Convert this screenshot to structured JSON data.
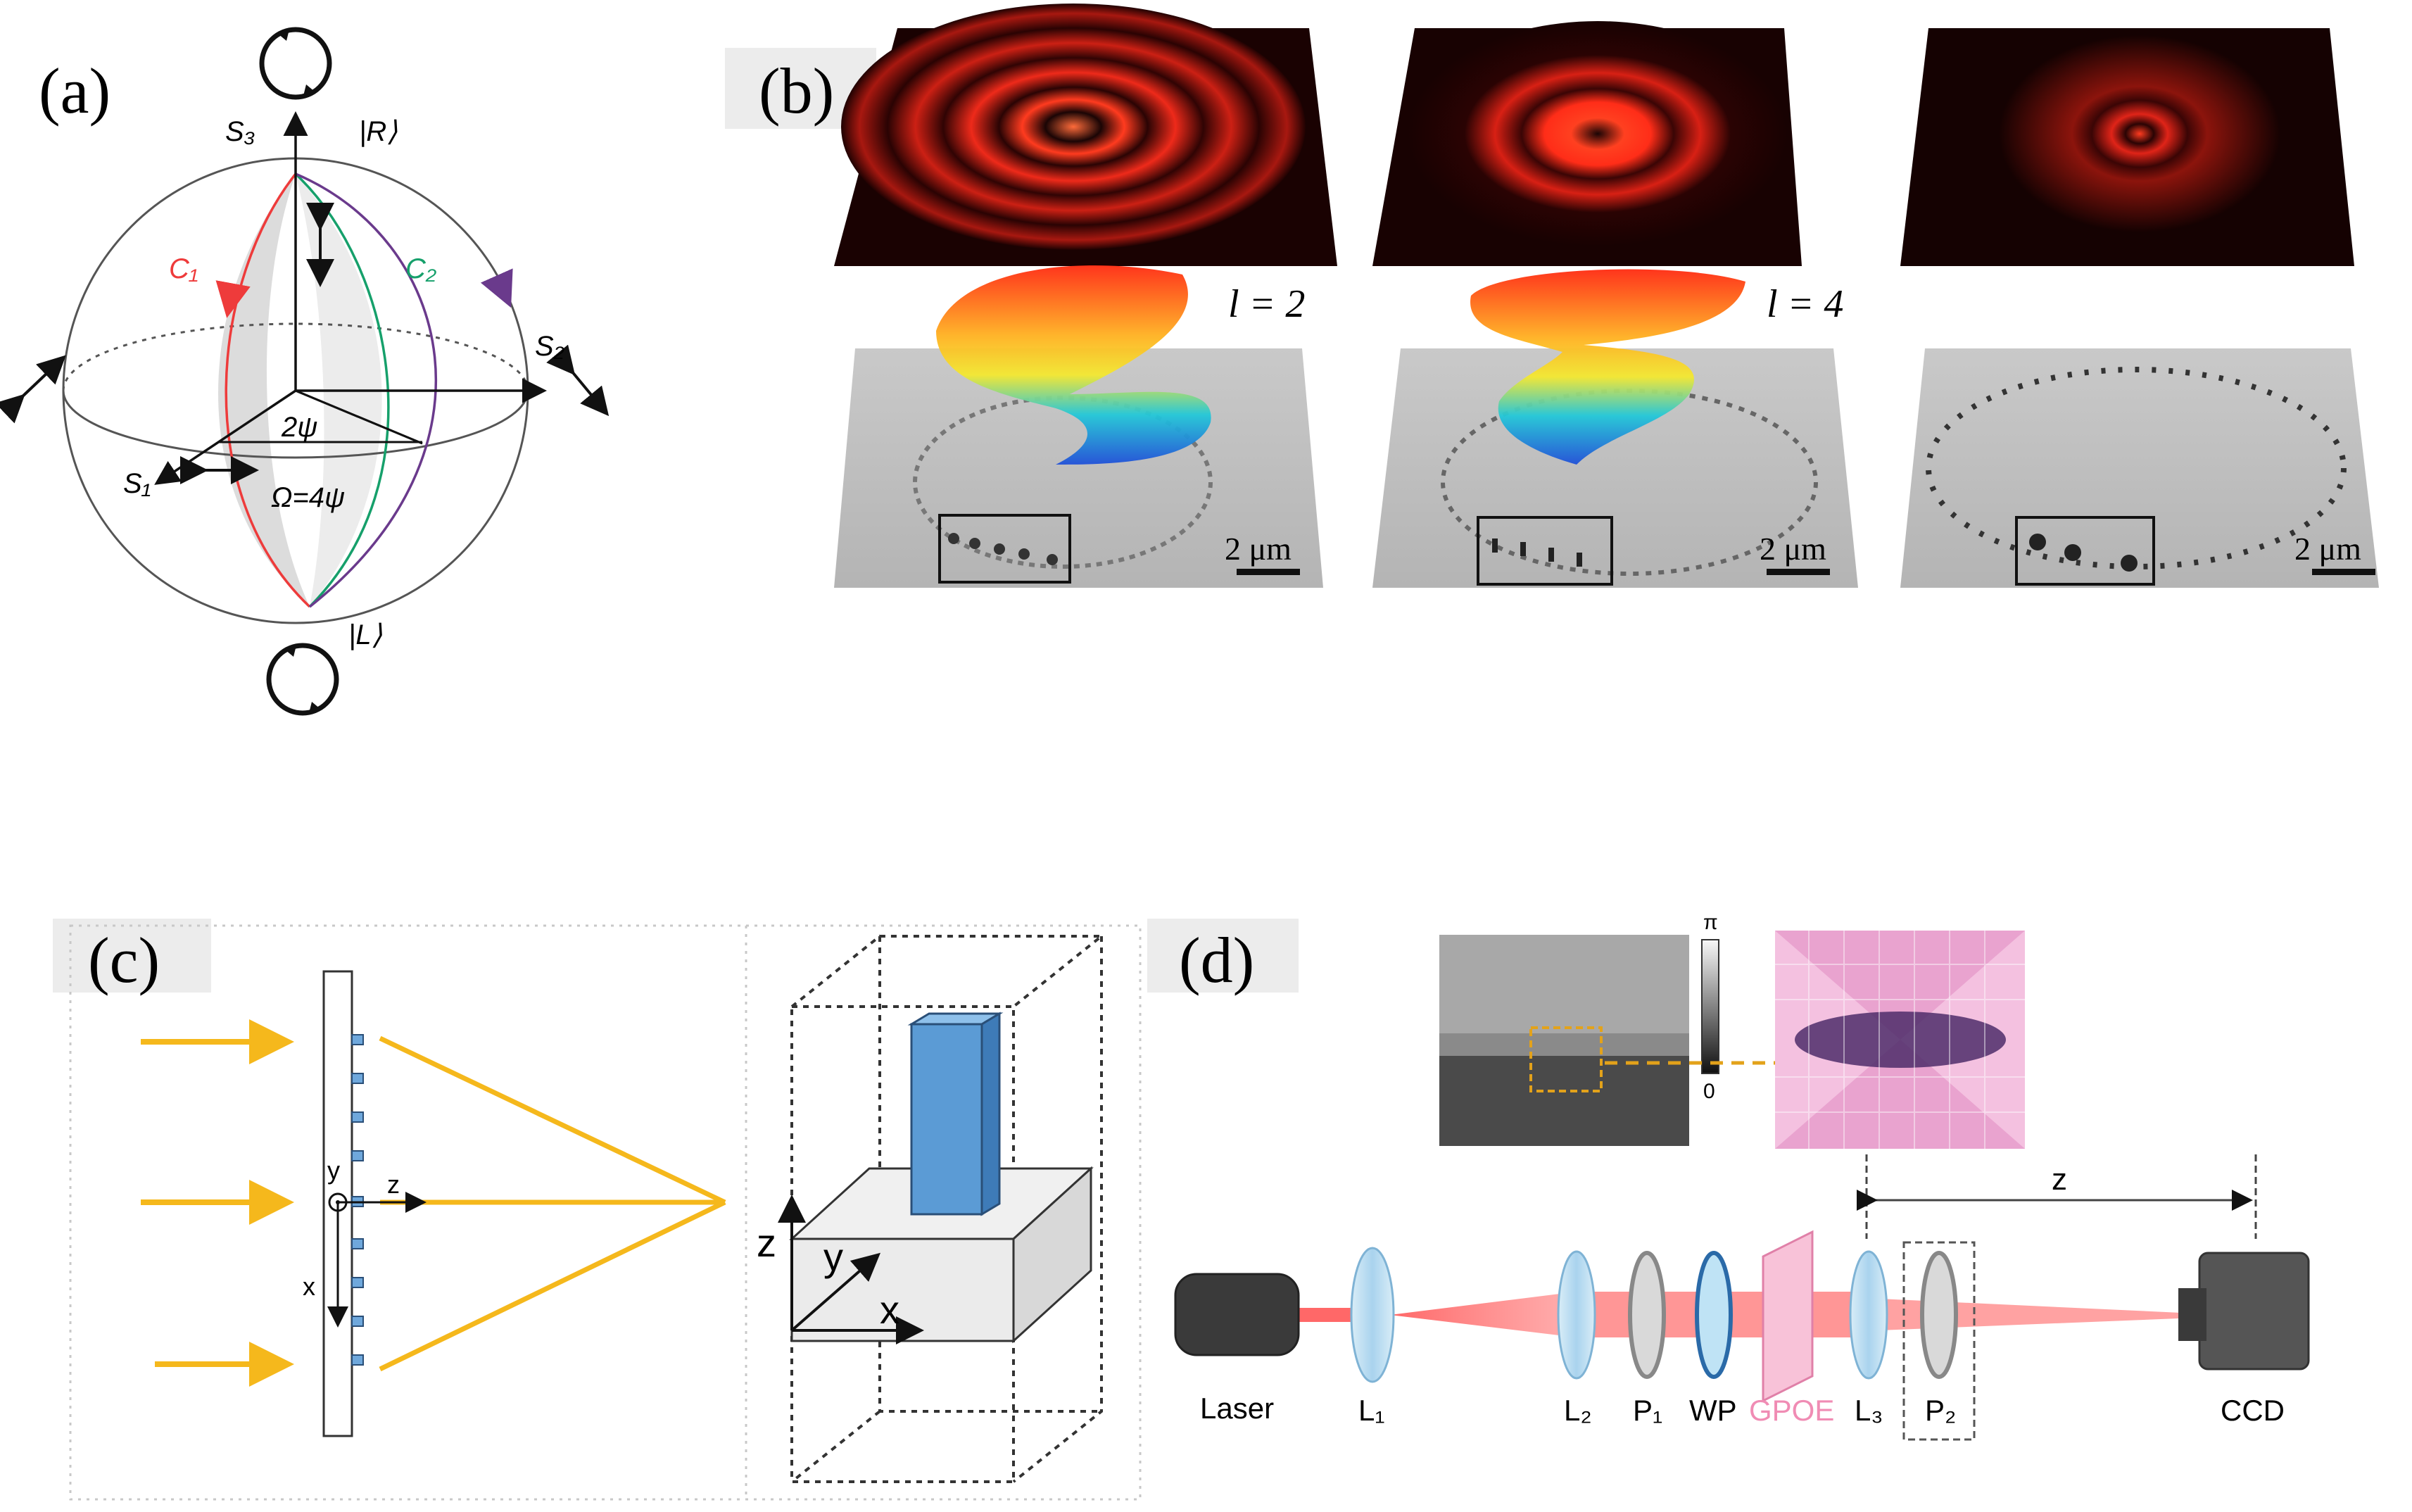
{
  "panel_a": {
    "label": "(a)",
    "s3": "S₃",
    "s2": "S₂",
    "s1": "S₁",
    "ket_r": "|R⟩",
    "ket_l": "|L⟩",
    "c1": "C₁",
    "c2": "C₂",
    "angle": "2ψ",
    "omega": "Ω=4ψ",
    "colors": {
      "c1": "#ee3b3b",
      "c2": "#16a06b",
      "path": "#6a3a8c"
    }
  },
  "panel_b": {
    "label": "(b)",
    "l2": "l = 2",
    "l4": "l = 4",
    "scale1": "2 μm",
    "scale2": "2 μm",
    "scale3": "2 μm"
  },
  "panel_c": {
    "label": "(c)",
    "axis_y": "y",
    "axis_z": "z",
    "axis_x": "x",
    "cell_z": "z",
    "cell_y": "y",
    "cell_x": "x",
    "colors": {
      "beam": "#f5b81c",
      "pillar": "#5b9bd5"
    }
  },
  "panel_d": {
    "label": "(d)",
    "pi": "π",
    "zero": "0",
    "z": "z",
    "laser": "Laser",
    "l1": "L₁",
    "l2": "L₂",
    "p1": "P₁",
    "wp": "WP",
    "gpoe": "GPOE",
    "l3": "L₃",
    "p2": "P₂",
    "ccd": "CCD",
    "colors": {
      "gpoe": "#f08cb4",
      "beam": "#ff5a5a"
    }
  }
}
